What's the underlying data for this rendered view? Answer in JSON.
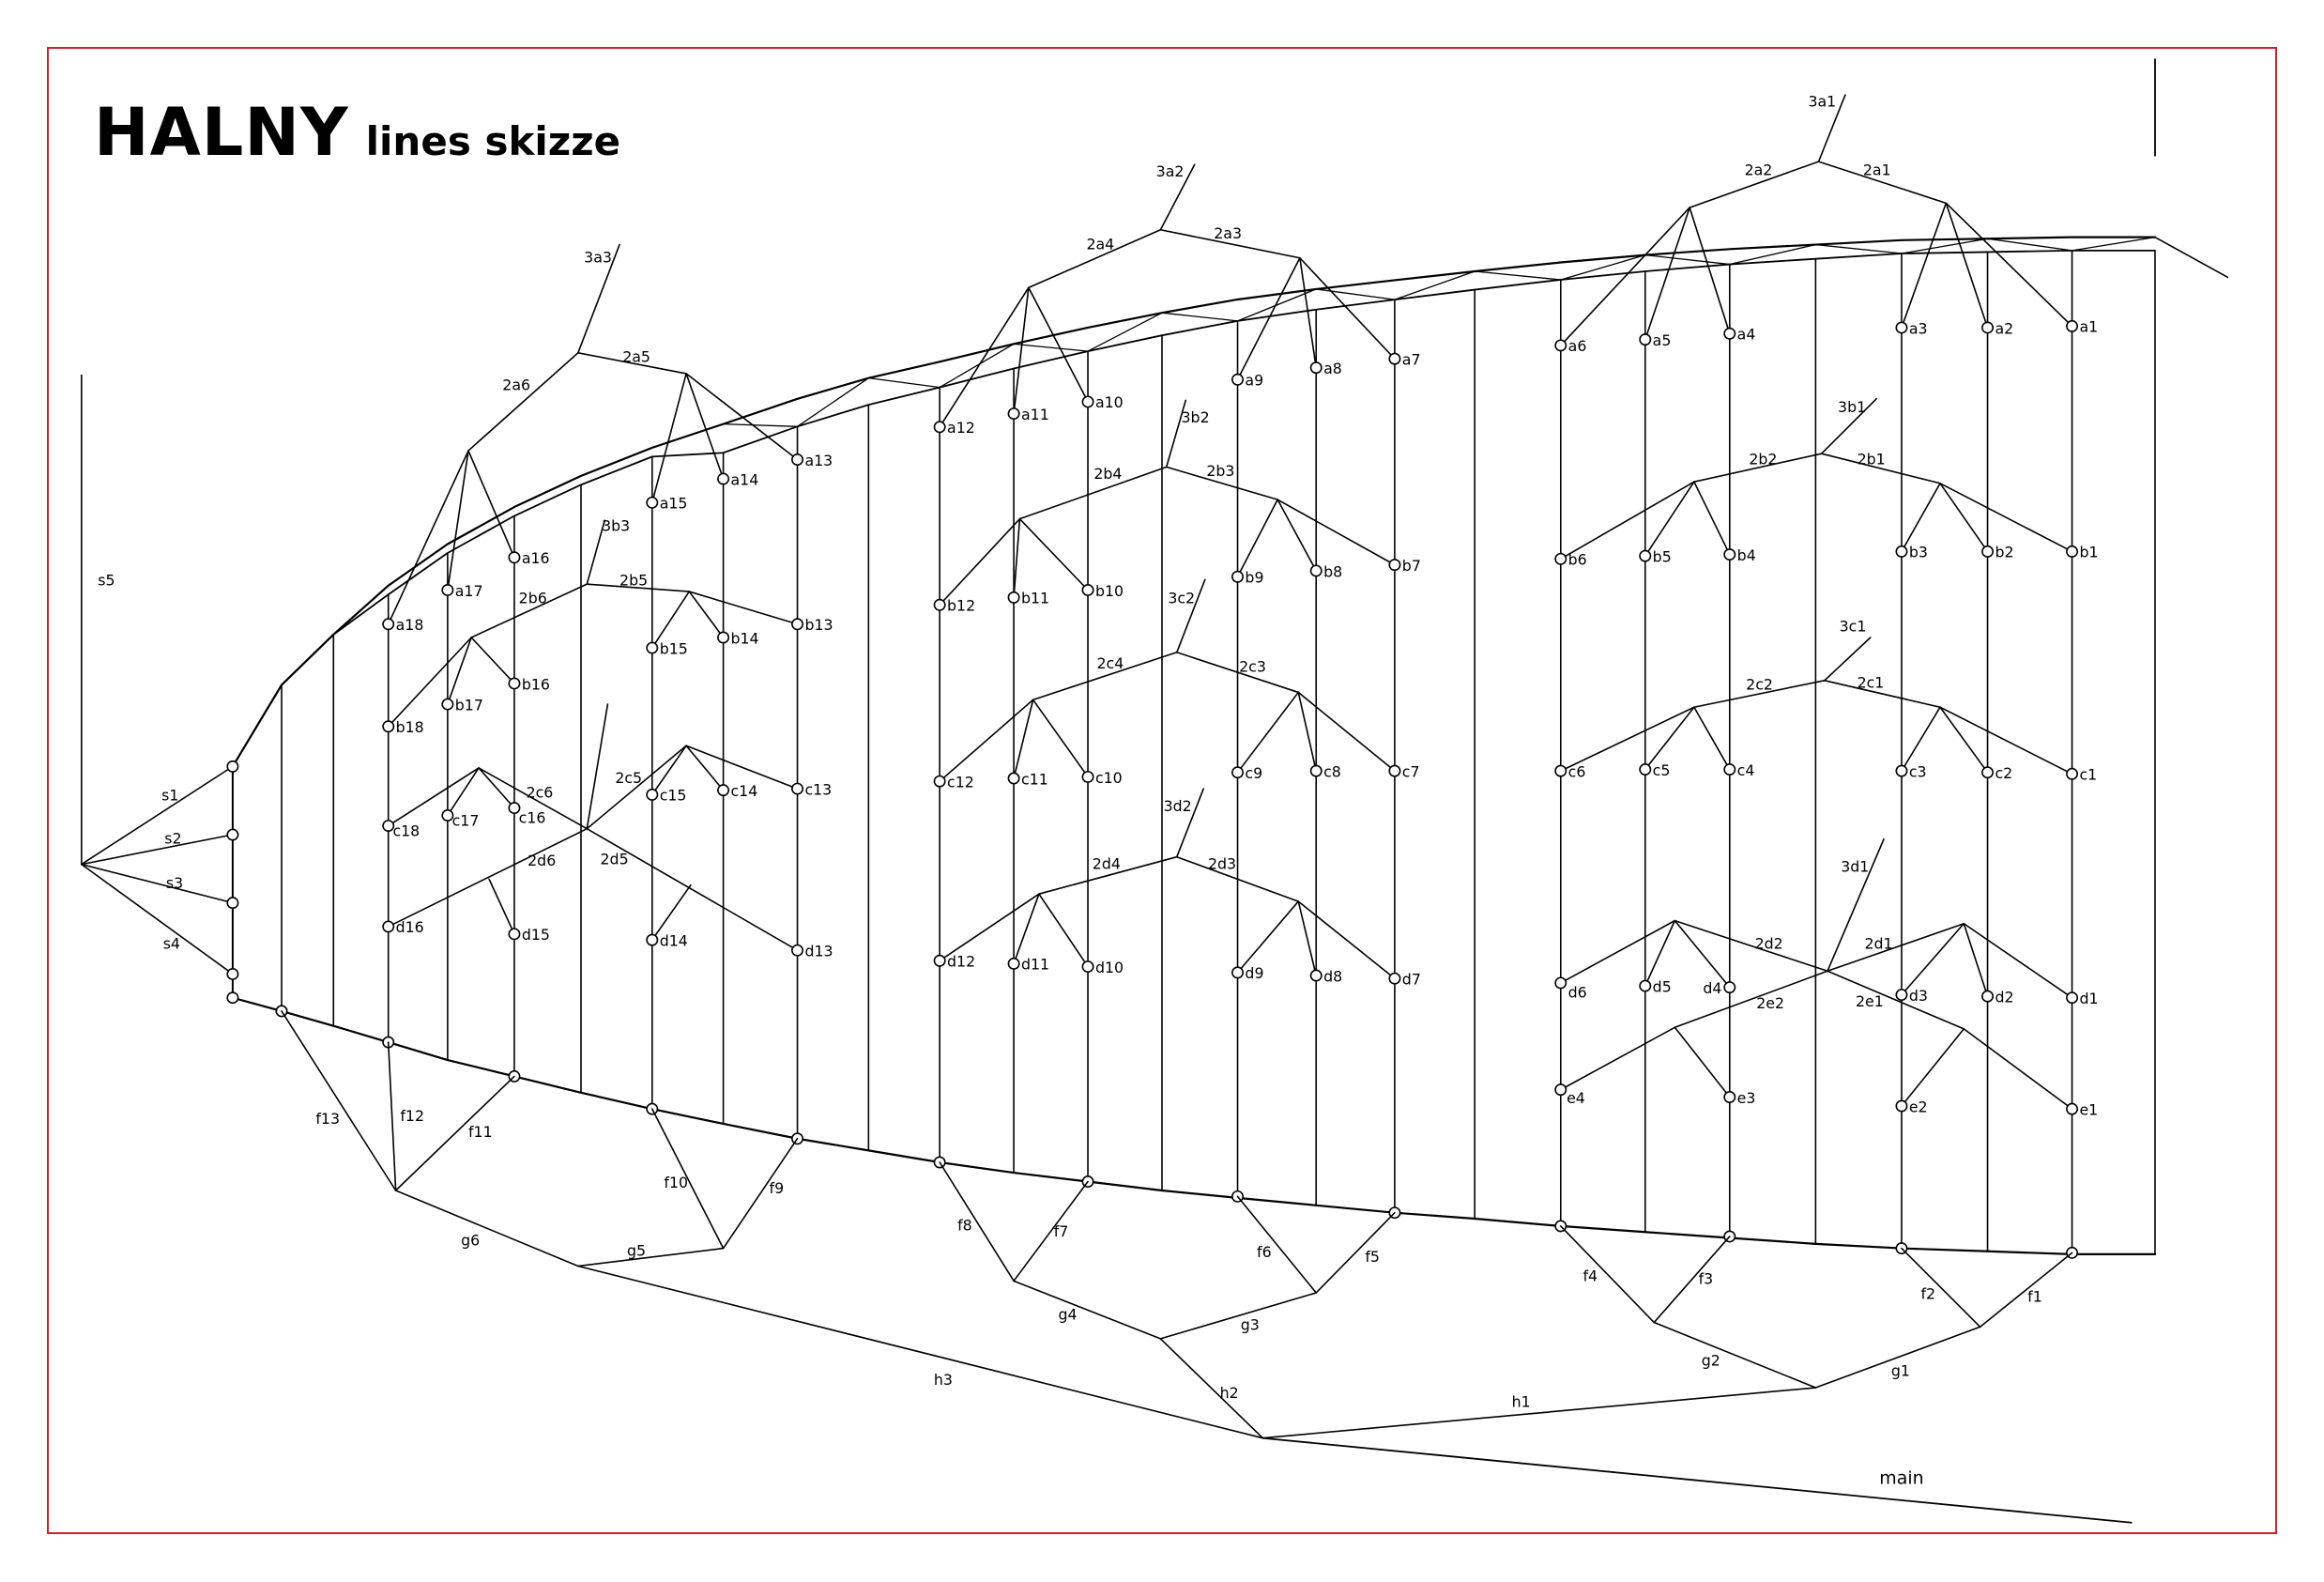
{
  "title": {
    "main": "HALNY",
    "subtitle": "lines skizze"
  },
  "colors": {
    "frame": "#d0202a",
    "ink": "#000000"
  },
  "labels": {
    "s": [
      "s1",
      "s2",
      "s3",
      "s4",
      "s5"
    ],
    "three": [
      "3a1",
      "3a2",
      "3a3",
      "3b1",
      "3b2",
      "3b3",
      "3c1",
      "3c2",
      "3d1",
      "3d2"
    ],
    "two_a": [
      "2a1",
      "2a2",
      "2a3",
      "2a4",
      "2a5",
      "2a6"
    ],
    "two_b": [
      "2b1",
      "2b2",
      "2b3",
      "2b4",
      "2b5",
      "2b6"
    ],
    "two_c": [
      "2c1",
      "2c2",
      "2c3",
      "2c4",
      "2c5",
      "2c6"
    ],
    "two_d": [
      "2d1",
      "2d2",
      "2d3",
      "2d4",
      "2d5",
      "2d6"
    ],
    "two_e": [
      "2e1",
      "2e2"
    ],
    "a": [
      "a1",
      "a2",
      "a3",
      "a4",
      "a5",
      "a6",
      "a7",
      "a8",
      "a9",
      "a10",
      "a11",
      "a12",
      "a13",
      "a14",
      "a15",
      "a16",
      "a17",
      "a18"
    ],
    "b": [
      "b1",
      "b2",
      "b3",
      "b4",
      "b5",
      "b6",
      "b7",
      "b8",
      "b9",
      "b10",
      "b11",
      "b12",
      "b13",
      "b14",
      "b15",
      "b16",
      "b17",
      "b18"
    ],
    "c": [
      "c1",
      "c2",
      "c3",
      "c4",
      "c5",
      "c6",
      "c7",
      "c8",
      "c9",
      "c10",
      "c11",
      "c12",
      "c13",
      "c14",
      "c15",
      "c16",
      "c17",
      "c18"
    ],
    "d": [
      "d1",
      "d2",
      "d3",
      "d4",
      "d5",
      "d6",
      "d7",
      "d8",
      "d9",
      "d10",
      "d11",
      "d12",
      "d13",
      "d14",
      "d15",
      "d16"
    ],
    "e": [
      "e1",
      "e2",
      "e3",
      "e4"
    ],
    "f": [
      "f1",
      "f2",
      "f3",
      "f4",
      "f5",
      "f6",
      "f7",
      "f8",
      "f9",
      "f10",
      "f11",
      "f12",
      "f13"
    ],
    "g": [
      "g1",
      "g2",
      "g3",
      "g4",
      "g5",
      "g6"
    ],
    "h": [
      "h1",
      "h2",
      "h3"
    ],
    "main": "main"
  }
}
